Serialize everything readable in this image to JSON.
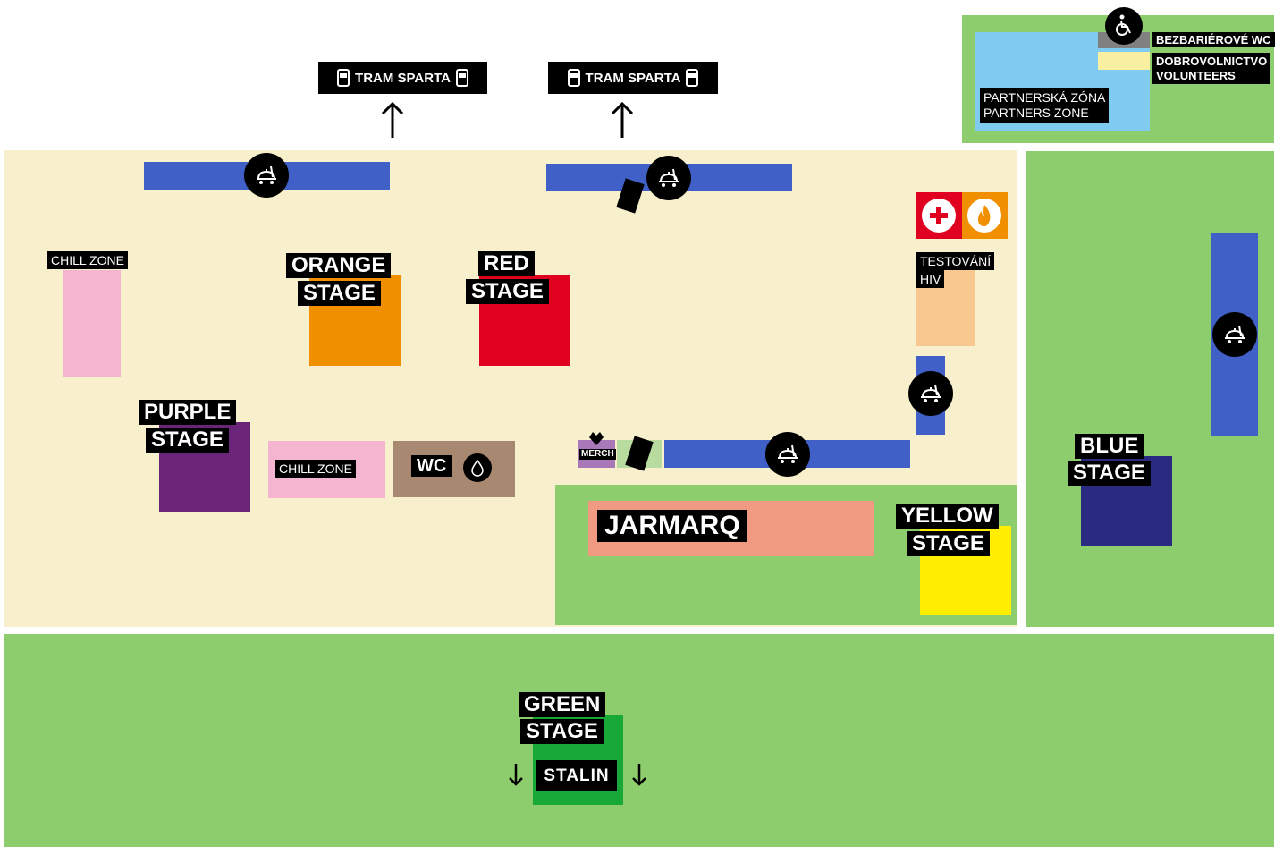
{
  "colors": {
    "cream": "#f8f0cc",
    "grass": "#8ecd6e",
    "blue_strip": "#4060c8",
    "pink": "#f5b5d0",
    "orange": "#f09000",
    "red": "#e00020",
    "purple": "#6a2478",
    "brown": "#a88870",
    "salmon": "#f09a82",
    "yellow": "#ffee00",
    "navy": "#2a2a80",
    "green_stage": "#18a838",
    "light_blue": "#80ccf0",
    "peach": "#f8c890",
    "pale_yellow": "#f8f0a0",
    "gray": "#808080"
  },
  "tram": {
    "left_label": "TRAM SPARTA",
    "right_label": "TRAM SPARTA"
  },
  "zones": {
    "chill_zone_1": "CHILL ZONE",
    "chill_zone_2": "CHILL ZONE",
    "orange_stage": [
      "ORANGE",
      "STAGE"
    ],
    "red_stage": [
      "RED",
      "STAGE"
    ],
    "purple_stage": [
      "PURPLE",
      "STAGE"
    ],
    "wc": "WC",
    "merch": "MERCH",
    "jarmarq": "JARMARQ",
    "yellow_stage": [
      "YELLOW",
      "STAGE"
    ],
    "blue_stage": [
      "BLUE",
      "STAGE"
    ],
    "green_stage": [
      "GREEN",
      "STAGE"
    ],
    "stalin": "STALIN",
    "testovani": [
      "TESTOVÁNÍ",
      "HIV"
    ],
    "partners": [
      "PARTNERSKÁ ZÓNA",
      "PARTNERS ZONE"
    ],
    "bezbarierove": "BEZBARIÉROVÉ WC",
    "volunteers": [
      "DOBROVOLNICTVO",
      "VOLUNTEERS"
    ]
  },
  "icons": {
    "food": "food-cart-icon",
    "wheelchair": "wheelchair-icon",
    "first_aid": "first-aid-icon",
    "fire": "fire-icon",
    "wc": "water-drop-icon",
    "arrow": "arrow-up-icon"
  }
}
